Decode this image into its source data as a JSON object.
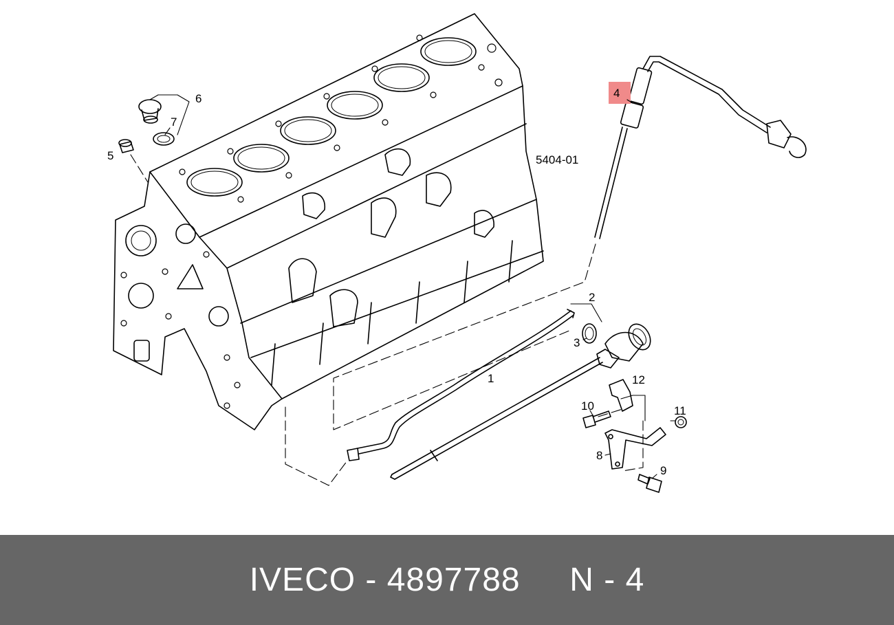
{
  "diagram": {
    "section_code": "5404-01",
    "highlight_color": "#f08a8a",
    "callouts": [
      {
        "id": "1",
        "label": "1"
      },
      {
        "id": "2",
        "label": "2"
      },
      {
        "id": "3",
        "label": "3"
      },
      {
        "id": "4",
        "label": "4",
        "highlighted": true
      },
      {
        "id": "5",
        "label": "5"
      },
      {
        "id": "6",
        "label": "6"
      },
      {
        "id": "7",
        "label": "7"
      },
      {
        "id": "8",
        "label": "8"
      },
      {
        "id": "9",
        "label": "9"
      },
      {
        "id": "10",
        "label": "10"
      },
      {
        "id": "11",
        "label": "11"
      },
      {
        "id": "12",
        "label": "12"
      }
    ]
  },
  "footer": {
    "brand": "IVECO",
    "part_number": "4897788",
    "position_label": "N - 4",
    "background_color": "#666666",
    "text": "IVECO - 4897788     N - 4"
  }
}
